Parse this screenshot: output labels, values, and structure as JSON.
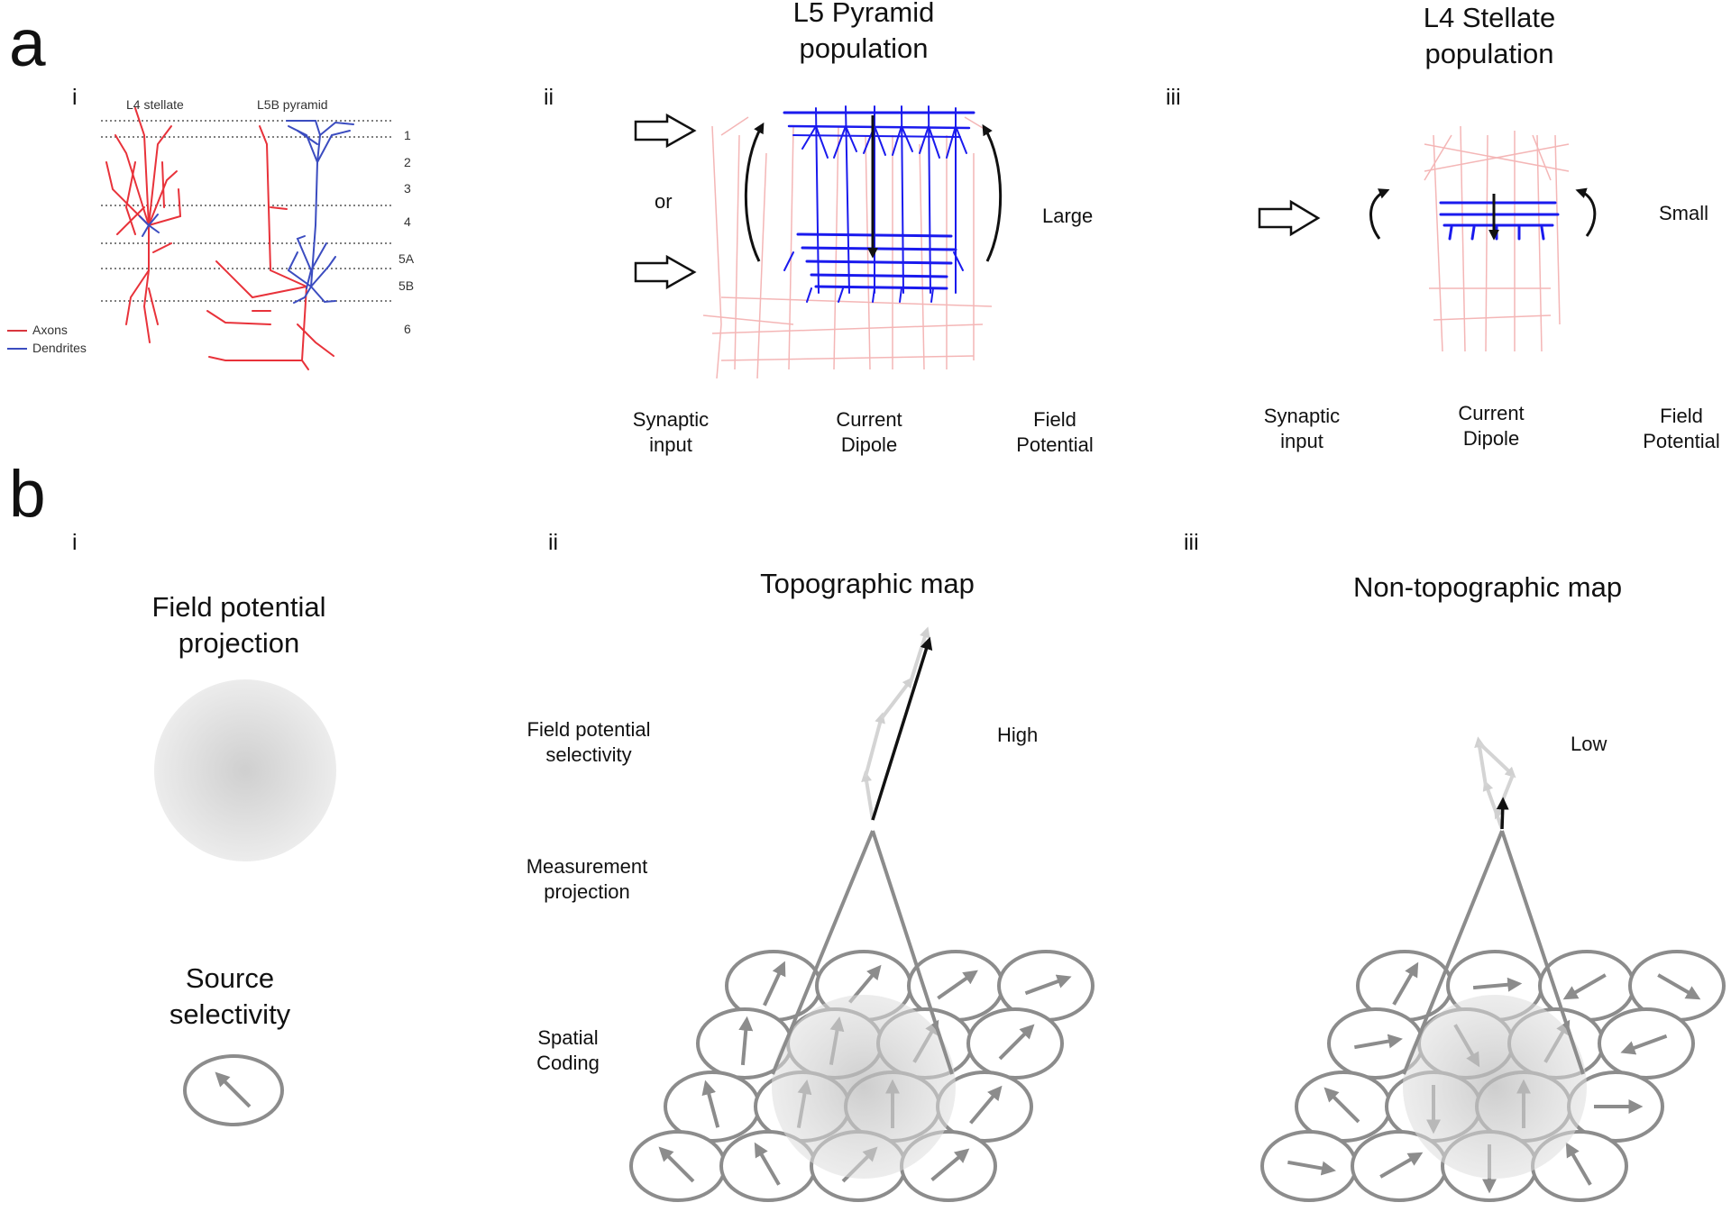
{
  "panel_a": {
    "label": "a",
    "sub_i": {
      "roman": "i",
      "col_l4": "L4 stellate",
      "col_l5b": "L5B pyramid",
      "layers": [
        "1",
        "2",
        "3",
        "4",
        "5A",
        "5B",
        "6"
      ],
      "legend": [
        {
          "label": "Axons",
          "color": "#d9363e"
        },
        {
          "label": "Dendrites",
          "color": "#3b4cc0"
        }
      ]
    },
    "sub_ii": {
      "roman": "ii",
      "title": "L5 Pyramid\npopulation",
      "or_label": "or",
      "magnitude": "Large",
      "synaptic_input": "Synaptic\ninput",
      "current_dipole": "Current\nDipole",
      "field_potential": "Field\nPotential"
    },
    "sub_iii": {
      "roman": "iii",
      "title": "L4 Stellate\npopulation",
      "magnitude": "Small",
      "synaptic_input": "Synaptic\ninput",
      "current_dipole": "Current\nDipole",
      "field_potential": "Field\nPotential"
    }
  },
  "panel_b": {
    "label": "b",
    "sub_i": {
      "roman": "i",
      "field_projection": "Field potential\nprojection",
      "source_selectivity": "Source\nselectivity"
    },
    "sub_ii": {
      "roman": "ii",
      "title": "Topographic map",
      "row_selectivity": "Field potential\nselectivity",
      "row_measurement": "Measurement\nprojection",
      "row_spatial": "Spatial\nCoding",
      "magnitude": "High"
    },
    "sub_iii": {
      "roman": "iii",
      "title": "Non-topographic map",
      "magnitude": "Low"
    }
  },
  "colors": {
    "axon": "#e8323a",
    "dendrite": "#1a1aee",
    "faint_axon": "#f4b6b6",
    "gray_stroke": "#8c8c8c",
    "light_arrow": "#d4d4d4"
  }
}
